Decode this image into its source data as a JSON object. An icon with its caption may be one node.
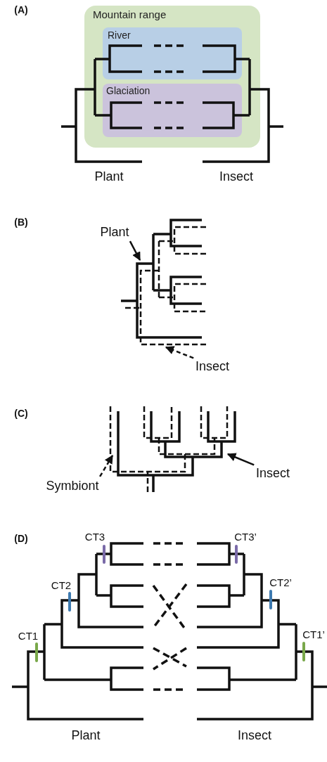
{
  "diagram": {
    "nodes": [
      {
        "text": [
          "Mountain range"
        ]
      },
      {
        "text": [
          "River"
        ],
        "in": 0
      },
      {
        "text": [
          "Glaciation"
        ],
        "in": 0
      },
      {
        "text": [
          "Plant"
        ]
      },
      {
        "text": [],
        "shape": "tree"
      },
      {
        "text": [],
        "shape": "tree"
      },
      {
        "text": [
          "Insect"
        ]
      },
      {
        "text": [],
        "shape": "tree"
      },
      {
        "text": [],
        "shape": "tree"
      },
      {
        "text": [
          "Insect"
        ]
      },
      {
        "text": [
          "Symbiont"
        ]
      }
    ],
    "edges": [
      {
        "from": 3,
        "to": 4,
        "arrow": "to"
      },
      {
        "from": 6,
        "to": 5,
        "arrow": "to",
        "style": "dashed"
      },
      {
        "from": 10,
        "to": 7,
        "arrow": "to",
        "style": "dashed"
      },
      {
        "from": 9,
        "to": 8,
        "arrow": "to"
      }
    ],
    "labels": [
      "(A)",
      "Plant",
      "Insect",
      "(B)",
      "(C)",
      "(D)",
      "CT3",
      "CT3’",
      "CT2",
      "CT2’",
      "CT1",
      "CT1’",
      "Plant",
      "Insect"
    ]
  }
}
